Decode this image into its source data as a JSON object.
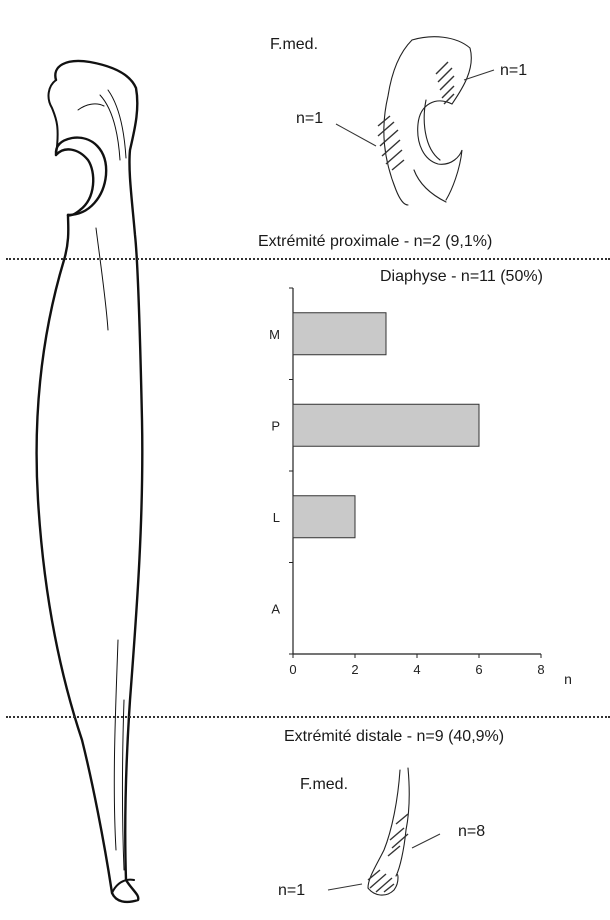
{
  "proximal": {
    "view_label": "F.med.",
    "count_upper": "n=1",
    "count_lower": "n=1",
    "section_label": "Extrémité proximale - n=2 (9,1%)"
  },
  "diaphysis": {
    "section_label": "Diaphyse  - n=11 (50%)"
  },
  "distal": {
    "section_label": "Extrémité distale - n=9 (40,9%)",
    "view_label": "F.med.",
    "count_upper": "n=8",
    "count_lower": "n=1"
  },
  "chart_data": {
    "type": "bar",
    "orientation": "horizontal",
    "categories": [
      "M",
      "P",
      "L",
      "A"
    ],
    "values": [
      3,
      6,
      2,
      0
    ],
    "xlabel": "n",
    "xlim": [
      0,
      8
    ],
    "xticks": [
      "0",
      "2",
      "4",
      "6",
      "8"
    ],
    "grid": false,
    "bar_color": "#c9c9c9"
  }
}
